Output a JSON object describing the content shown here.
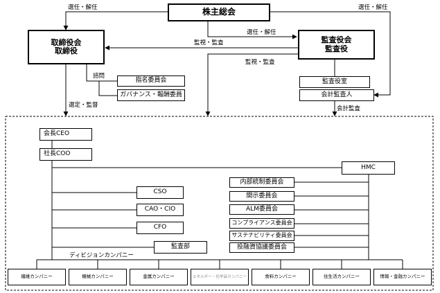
{
  "top": {
    "shareholders": "株主総会",
    "board": [
      "取締役会",
      "取締役"
    ],
    "audit": [
      "監査役会",
      "監査役"
    ]
  },
  "labels": {
    "elect_dismiss_left": "選任・解任",
    "elect_dismiss_center": "選任・解任",
    "elect_dismiss_right": "選任・解任",
    "supervise_audit_1": "監視・監査",
    "supervise_audit_2": "監視・監査",
    "consult": "諮問",
    "appoint_supervise": "選定・監督",
    "accounting_audit": "会計監査",
    "division_companies": "ディビジョンカンパニー"
  },
  "committees": {
    "nomination": "指名委員会",
    "governance": "ガバナンス・報酬委員"
  },
  "audit_side": {
    "audit_office": "監査役室",
    "accounting_auditor": "会計監査人"
  },
  "exec": {
    "chairman": "会長CEO",
    "president": "社長COO",
    "hmc": "HMC",
    "cso": "CSO",
    "cao": "CAO・CIO",
    "cfo": "CFO",
    "audit_dept": "監査部"
  },
  "internal_committees": [
    "内部統制委員会",
    "開示委員会",
    "ALM委員会",
    "コンプライアンス委員会",
    "サステナビリティ委員会",
    "投融資協議委員会"
  ],
  "companies": [
    "繊維カンパニー",
    "機械カンパニー",
    "金属カンパニー",
    "エネルギー・化学品カンパニー",
    "食料カンパニー",
    "住生活カンパニー",
    "情報・金融カンパニー"
  ]
}
